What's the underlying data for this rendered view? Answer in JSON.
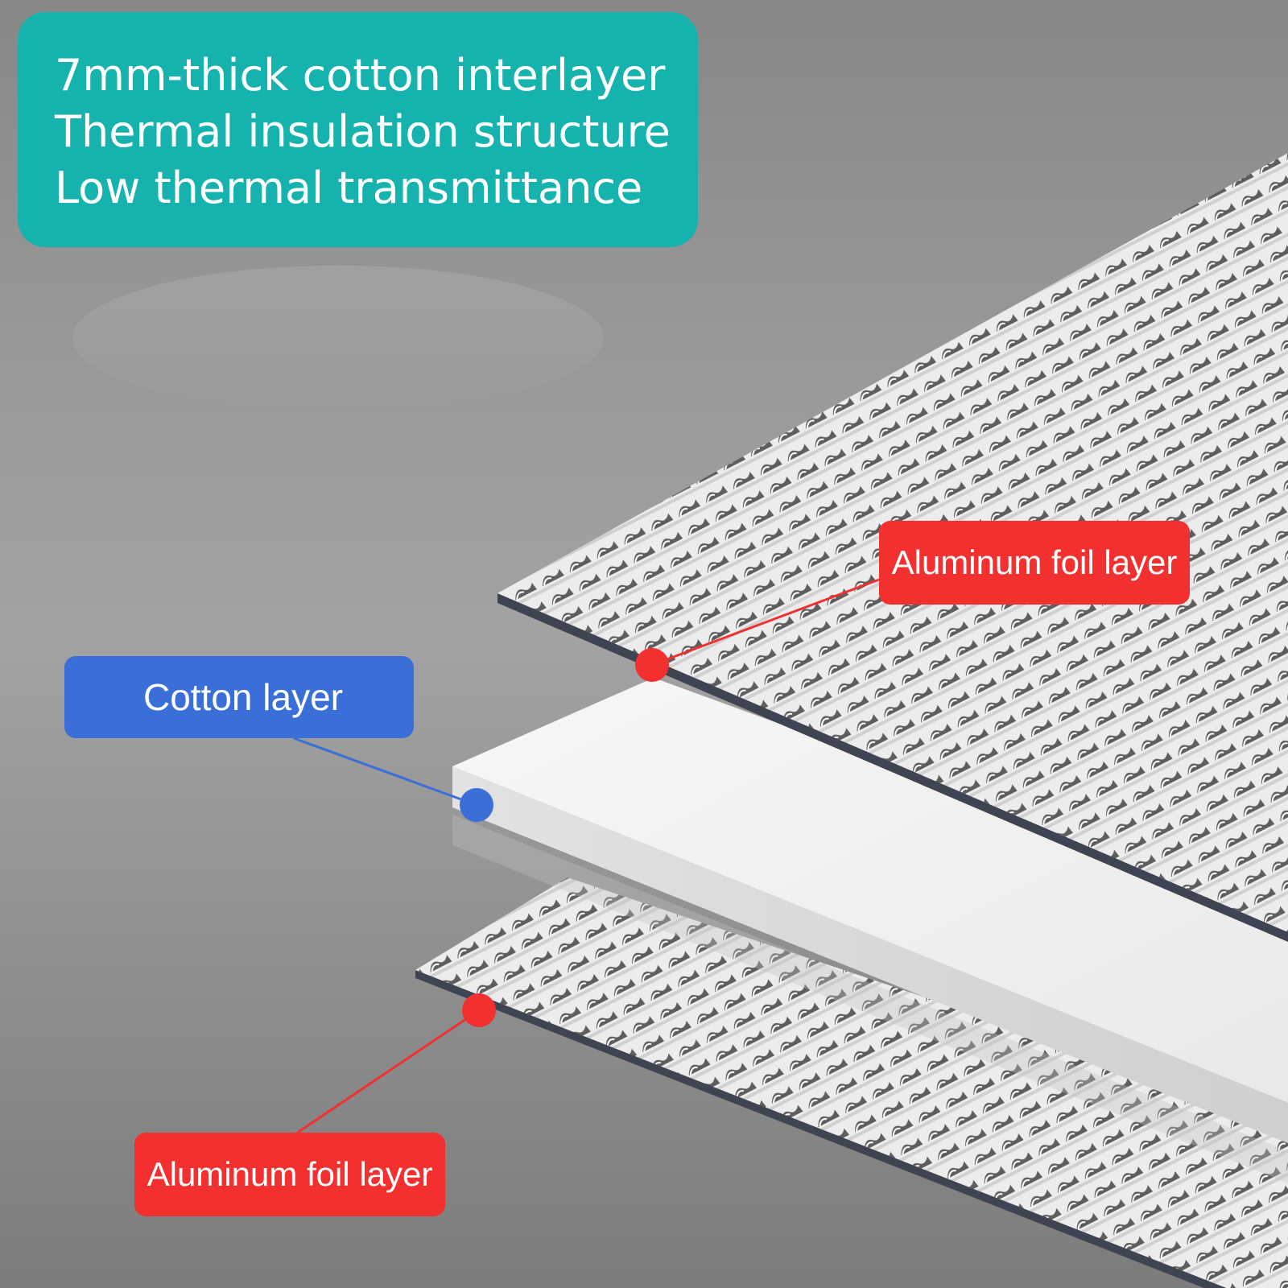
{
  "headline": {
    "lines": [
      "7mm-thick cotton interlayer",
      "Thermal insulation structure",
      "Low thermal transmittance"
    ]
  },
  "callouts": {
    "top_foil": "Aluminum foil layer",
    "cotton": "Cotton layer",
    "bottom_foil": "Aluminum foil layer"
  },
  "colors": {
    "headline_box": "#16b2ae",
    "cotton_callout": "#3a6fd8",
    "foil_callout": "#f23030",
    "cotton_sheet": "#f4f4f4",
    "foil_sheet": "#e6e6e6",
    "sheet_edge": "#3f4452"
  }
}
